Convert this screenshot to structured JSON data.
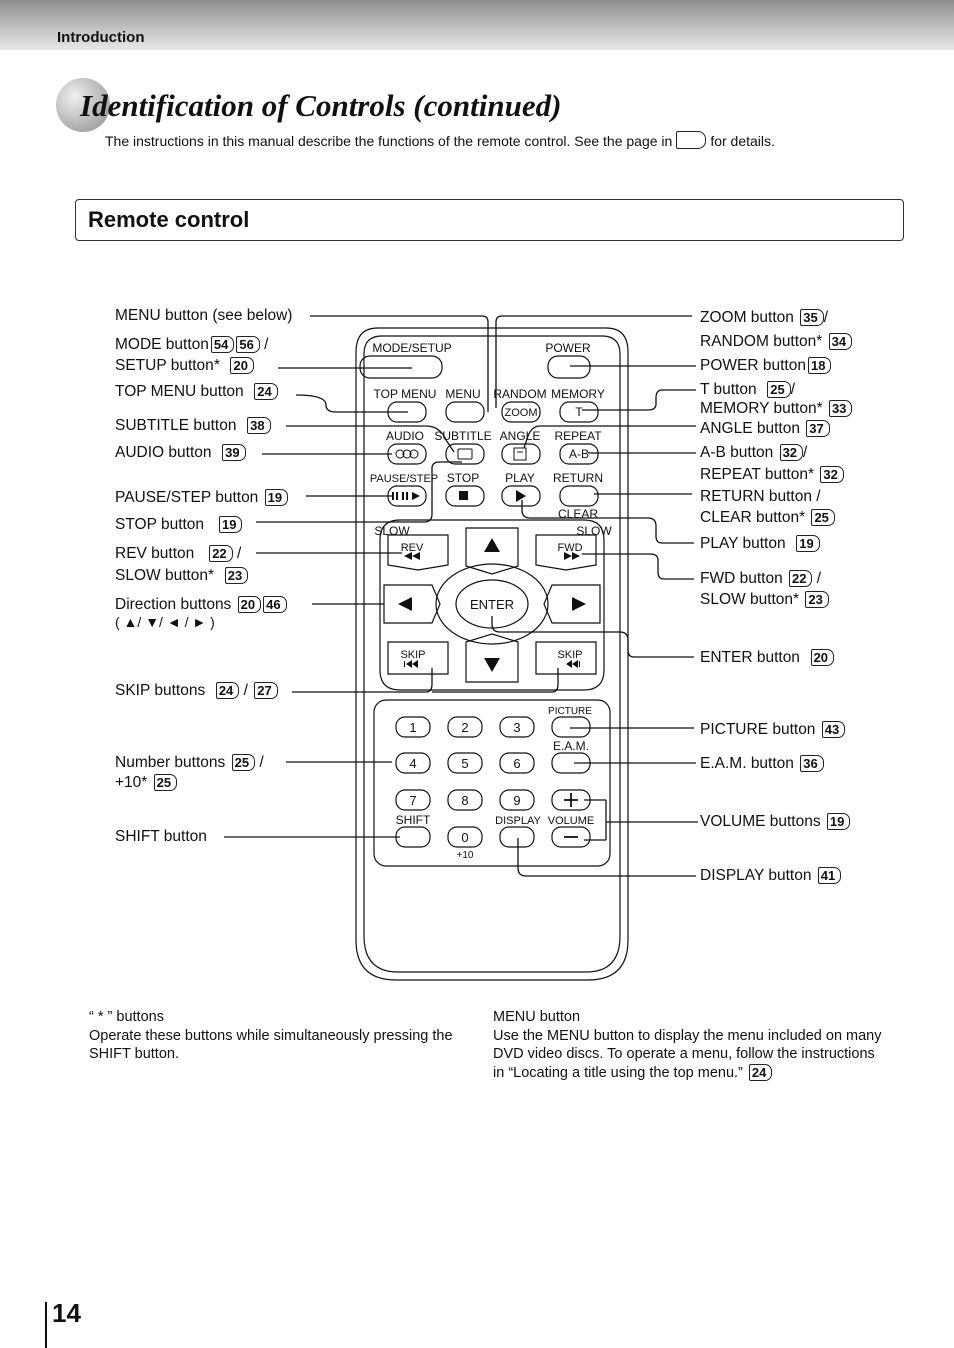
{
  "header": {
    "section": "Introduction"
  },
  "title": "Identification of Controls (continued)",
  "intro": {
    "before": "The instructions in this manual describe the functions of the remote control. See the page in",
    "after": "for details."
  },
  "box_title": "Remote control",
  "labels": {
    "menu": "MENU button (see below)",
    "mode": "MODE button",
    "mode_r1": "54",
    "mode_r2": "56",
    "slash": "/",
    "setup": "SETUP button",
    "star": "*",
    "setup_r": "20",
    "topmenu": "TOP MENU button",
    "topmenu_r": "24",
    "subtitle": "SUBTITLE button",
    "subtitle_r": "38",
    "audio": "AUDIO button",
    "audio_r": "39",
    "pause": "PAUSE/STEP button",
    "pause_r": "19",
    "stop": "STOP button",
    "stop_r": "19",
    "rev": "REV button",
    "rev_r": "22",
    "slow": "SLOW button",
    "slow_r": "23",
    "dir": "Direction buttons",
    "dir_r1": "20",
    "dir_r2": "46",
    "dir_sub": "( ▲/ ▼/ ◄ / ► )",
    "skip": "SKIP buttons",
    "skip_r1": "24",
    "skip_r2": "27",
    "number": "Number buttons",
    "number_r": "25",
    "plus10": "+10",
    "plus10_r": "25",
    "shift": "SHIFT button",
    "zoom": "ZOOM button",
    "zoom_r": "35",
    "random": "RANDOM button",
    "random_r": "34",
    "power": "POWER button",
    "power_r": "18",
    "t": "T button",
    "t_r": "25",
    "memory": "MEMORY button",
    "memory_r": "33",
    "angle": "ANGLE button",
    "angle_r": "37",
    "ab": "A-B button",
    "ab_r": "32",
    "repeat": "REPEAT button",
    "repeat_r": "32",
    "return": "RETURN button /",
    "clear": "CLEAR button",
    "clear_r": "25",
    "play": "PLAY button",
    "play_r": "19",
    "fwd": "FWD button",
    "fwd_r": "22",
    "slow2": "SLOW button",
    "slow2_r": "23",
    "enter": "ENTER button",
    "enter_r": "20",
    "picture": "PICTURE button",
    "picture_r": "43",
    "eam": "E.A.M. button",
    "eam_r": "36",
    "volume": "VOLUME buttons",
    "volume_r": "19",
    "display": "DISPLAY button",
    "display_r": "41"
  },
  "remote": {
    "mode_setup": "MODE/SETUP",
    "power": "POWER",
    "top_menu": "TOP MENU",
    "menu": "MENU",
    "random": "RANDOM",
    "memory": "MEMORY",
    "zoom": "ZOOM",
    "t": "T",
    "audio": "AUDIO",
    "subtitle": "SUBTITLE",
    "angle": "ANGLE",
    "repeat": "REPEAT",
    "ab": "A-B",
    "pause_step": "PAUSE/STEP",
    "stop": "STOP",
    "play": "PLAY",
    "return": "RETURN",
    "clear": "CLEAR",
    "slow": "SLOW",
    "rev": "REV",
    "fwd": "FWD",
    "enter": "ENTER",
    "skip": "SKIP",
    "picture": "PICTURE",
    "eam": "E.A.M.",
    "shift": "SHIFT",
    "display": "DISPLAY",
    "volume": "VOLUME",
    "plus10": "+10",
    "digits": [
      "1",
      "2",
      "3",
      "4",
      "5",
      "6",
      "7",
      "8",
      "9",
      "0"
    ]
  },
  "notes": {
    "star_head": "“ * ” buttons",
    "star_body": "Operate these buttons while simultaneously pressing the SHIFT button.",
    "menu_head": "MENU button",
    "menu_body": "Use the MENU button to display the menu included on many DVD video discs. To operate a menu, follow the instructions in “Locating a title using the top menu.”",
    "menu_ref": "24"
  },
  "page_number": "14"
}
